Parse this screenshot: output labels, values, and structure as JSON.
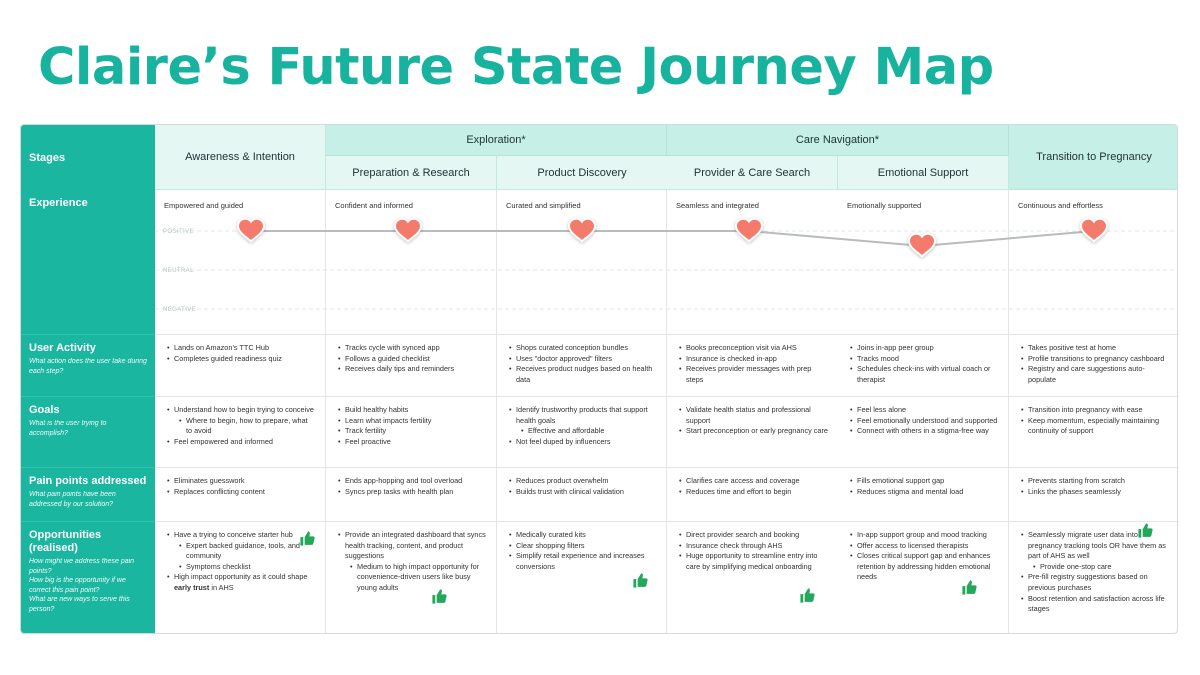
{
  "title": "Claire’s Future State Journey Map",
  "colors": {
    "brand": "#17b39e",
    "label_bg": "#1ab6a0",
    "header_light": "#c6efe8",
    "header_sub": "#e4f7f3",
    "heart": "#f47a6b",
    "thumb": "#22a85a",
    "curve": "#b8bcbc"
  },
  "rows": {
    "stages": {
      "title": "Stages"
    },
    "experience": {
      "title": "Experience"
    },
    "user_activity": {
      "title": "User Activity",
      "sub": "What action does the user take during each step?"
    },
    "goals": {
      "title": "Goals",
      "sub": "What is the user trying to accomplish?"
    },
    "pain_points": {
      "title": "Pain points addressed",
      "sub": "What pain points have been addressed by our solution?"
    },
    "opportunities": {
      "title": "Opportunities (realised)",
      "sub": "How might we address these pain points?\nHow big is the opportunity if we correct this pain point?\nWhat are new ways to serve this person?"
    }
  },
  "groups": {
    "exploration": "Exploration*",
    "care_navigation": "Care Navigation*"
  },
  "stages": [
    {
      "name": "Awareness & Intention",
      "experience": "Empowered and guided",
      "activity": [
        "Lands on Amazon’s TTC Hub",
        "Completes guided readiness quiz"
      ],
      "goals": [
        "Understand how to begin trying to conceive",
        ">Where to begin, how to prepare, what to avoid",
        "Feel empowered and informed"
      ],
      "pain": [
        "Eliminates guesswork",
        "Replaces conflicting content"
      ],
      "opportunities": [
        "Have a trying to conceive starter hub",
        ">Expert backed guidance, tools, and community",
        ">Symptoms checklist",
        "High impact opportunity as it could shape"
      ],
      "opp_bold": "early trust",
      "opp_tail": " in AHS"
    },
    {
      "name": "Preparation & Research",
      "experience": "Confident and informed",
      "activity": [
        "Tracks cycle with synced app",
        "Follows a guided checklist",
        "Receives daily tips and reminders"
      ],
      "goals": [
        "Build healthy habits",
        "Learn what impacts fertility",
        "Track fertility",
        "Feel proactive"
      ],
      "pain": [
        "Ends app-hopping and tool overload",
        "Syncs prep tasks with health plan"
      ],
      "opportunities": [
        "Provide an integrated dashboard that syncs health tracking, content, and product suggestions",
        ">Medium to high impact opportunity for convenience-driven users like busy young adults"
      ]
    },
    {
      "name": "Product Discovery",
      "experience": "Curated and simplified",
      "activity": [
        "Shops curated conception bundles",
        "Uses \"doctor approved\" filters",
        "Receives product nudges based on health data"
      ],
      "goals": [
        "Identify trustworthy products that support health goals",
        ">Effective and affordable",
        "Not feel duped by influencers"
      ],
      "pain": [
        "Reduces product overwhelm",
        "Builds trust with clinical validation"
      ],
      "opportunities": [
        "Medically curated kits",
        "Clear shopping filters",
        "Simplify retail experience and increases conversions"
      ]
    },
    {
      "name": "Provider & Care Search",
      "experience": "Seamless and integrated",
      "activity": [
        "Books preconception visit via AHS",
        "Insurance is checked in-app",
        "Receives provider messages with prep steps"
      ],
      "goals": [
        "Validate health status and professional support",
        "Start preconception or early pregnancy care"
      ],
      "pain": [
        "Clarifies care access and coverage",
        "Reduces time and effort to begin"
      ],
      "opportunities": [
        "Direct provider search and booking",
        "Insurance check through AHS",
        "Huge opportunity to streamline entry into care by simplifying medical onboarding"
      ]
    },
    {
      "name": "Emotional Support",
      "experience": "Emotionally supported",
      "activity": [
        "Joins in-app peer group",
        "Tracks mood",
        "Schedules check-ins with virtual coach or therapist"
      ],
      "goals": [
        "Feel less alone",
        "Feel emotionally understood and supported",
        "Connect with others in a stigma-free way"
      ],
      "pain": [
        "Fills emotional support gap",
        "Reduces stigma and mental load"
      ],
      "opportunities": [
        "In-app support group and mood tracking",
        "Offer access to licensed therapists",
        "Closes critical support gap and enhances retention by addressing hidden emotional needs"
      ]
    },
    {
      "name": "Transition to Pregnancy",
      "experience": "Continuous and effortless",
      "activity": [
        "Takes positive test at home",
        "Profile transitions to pregnancy cashboard",
        "Registry and care suggestions auto-populate"
      ],
      "goals": [
        "Transition into pregnancy with ease",
        "Keep momentum, especially maintaining continuity of support"
      ],
      "pain": [
        "Prevents starting from scratch",
        "Links the phases seamlessly"
      ],
      "opportunities": [
        "Seamlessly migrate user data into pregnancy tracking tools OR have them as part of AHS as well",
        ">Provide one-stop care",
        "Pre-fill registry suggestions based on previous purchases",
        "Boost retention and satisfaction across life stages"
      ]
    }
  ],
  "levels": {
    "positive": "POSITIVE",
    "neutral": "NEUTRAL",
    "negative": "NEGATIVE"
  },
  "emotion_curve": [
    {
      "stage": "Awareness & Intention",
      "level": "positive",
      "score": 1.0
    },
    {
      "stage": "Preparation & Research",
      "level": "positive",
      "score": 1.0
    },
    {
      "stage": "Product Discovery",
      "level": "positive",
      "score": 1.0
    },
    {
      "stage": "Provider & Care Search",
      "level": "positive",
      "score": 1.0
    },
    {
      "stage": "Emotional Support",
      "level": "positive",
      "score": 0.85
    },
    {
      "stage": "Transition to Pregnancy",
      "level": "positive",
      "score": 1.0
    }
  ],
  "icons": {
    "heart": "heart-icon",
    "thumb": "thumbs-up-icon"
  }
}
